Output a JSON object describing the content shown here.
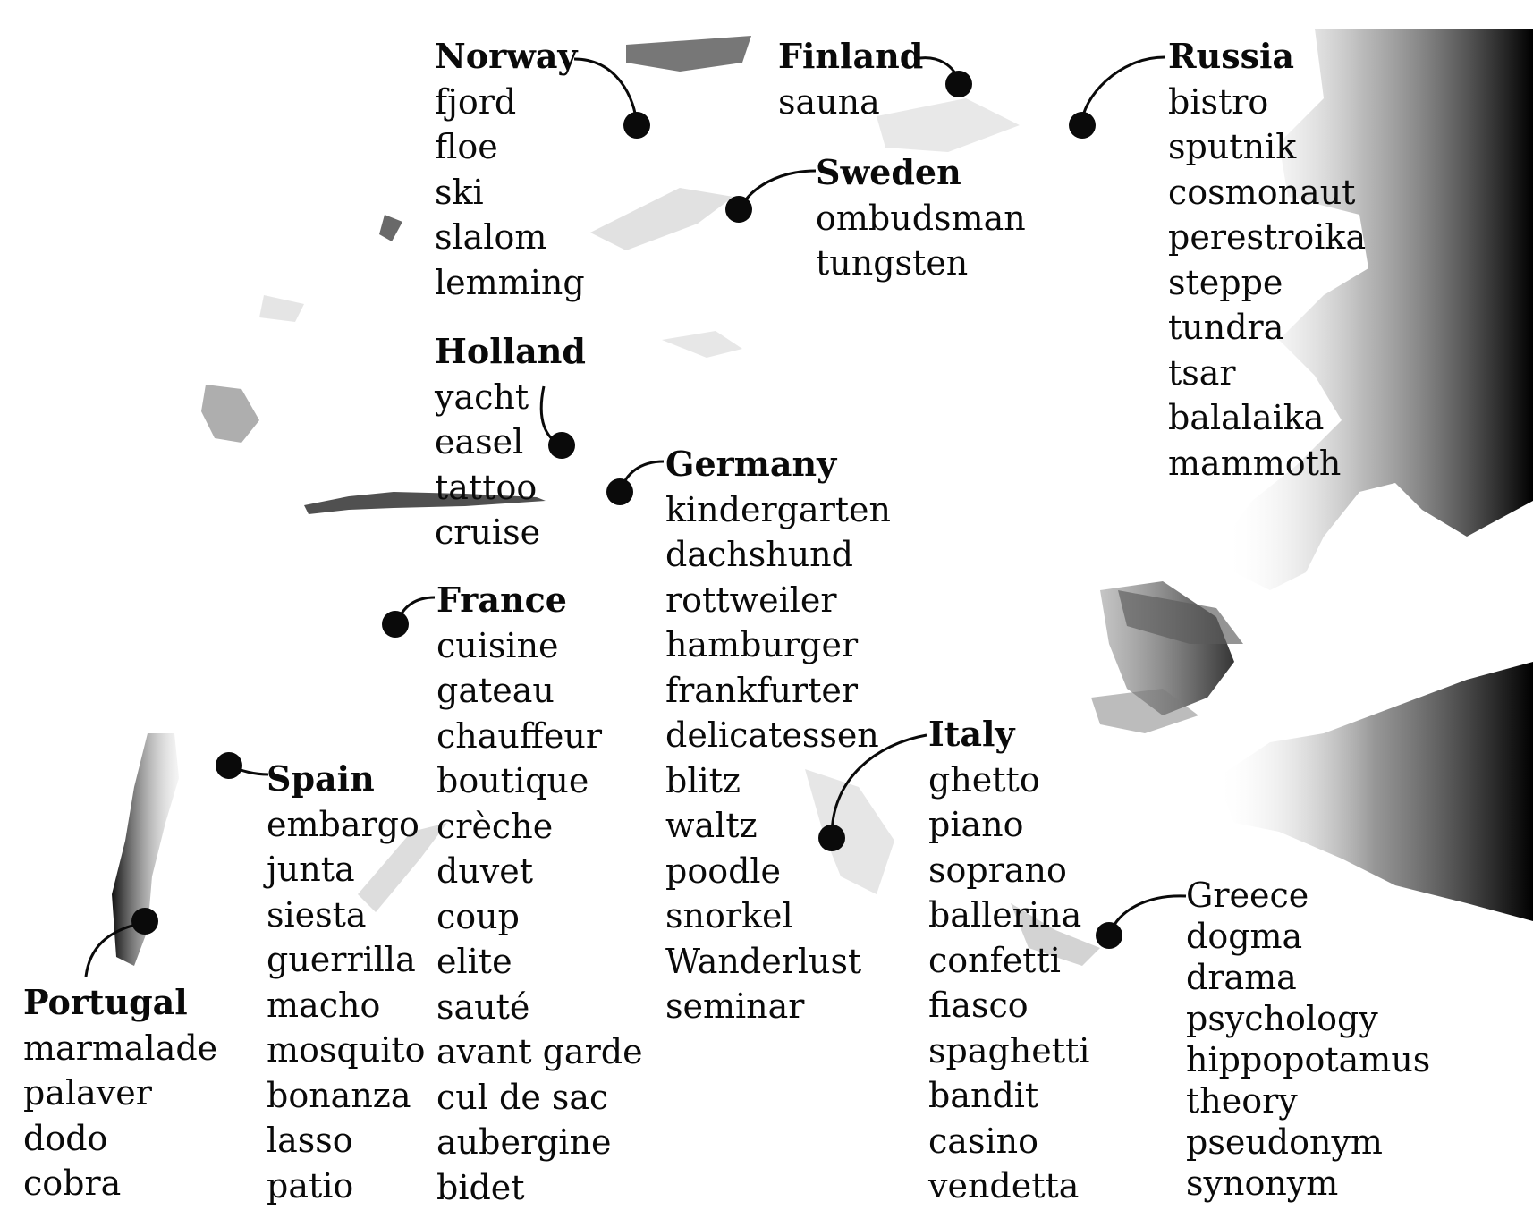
{
  "groups": [
    {
      "id": "norway",
      "country": "Norway",
      "words": [
        "fjord",
        "floe",
        "ski",
        "slalom",
        "lemming"
      ]
    },
    {
      "id": "finland",
      "country": "Finland",
      "words": [
        "sauna"
      ]
    },
    {
      "id": "russia",
      "country": "Russia",
      "words": [
        "bistro",
        "sputnik",
        "cosmonaut",
        "perestroika",
        "steppe",
        "tundra",
        "tsar",
        "balalaika",
        "mammoth"
      ]
    },
    {
      "id": "sweden",
      "country": "Sweden",
      "words": [
        "ombudsman",
        "tungsten"
      ]
    },
    {
      "id": "holland",
      "country": "Holland",
      "words": [
        "yacht",
        "easel",
        "tattoo",
        "cruise"
      ]
    },
    {
      "id": "germany",
      "country": "Germany",
      "words": [
        "kindergarten",
        "dachshund",
        "rottweiler",
        "hamburger",
        "frankfurter",
        "delicatessen",
        "blitz",
        "waltz",
        "poodle",
        "snorkel",
        "Wanderlust",
        "seminar"
      ]
    },
    {
      "id": "france",
      "country": "France",
      "words": [
        "cuisine",
        "gateau",
        "chauffeur",
        "boutique",
        "crèche",
        "duvet",
        "coup",
        "elite",
        "sauté",
        "avant garde",
        "cul de sac",
        "aubergine",
        "bidet"
      ]
    },
    {
      "id": "spain",
      "country": "Spain",
      "words": [
        "embargo",
        "junta",
        "siesta",
        "guerrilla",
        "macho",
        "mosquito",
        "bonanza",
        "lasso",
        "patio"
      ]
    },
    {
      "id": "italy",
      "country": "Italy",
      "words": [
        "ghetto",
        "piano",
        "soprano",
        "ballerina",
        "confetti",
        "fiasco",
        "spaghetti",
        "bandit",
        "casino",
        "vendetta"
      ]
    },
    {
      "id": "greece",
      "country": "Greece",
      "words": [
        "dogma",
        "drama",
        "psychology",
        "hippopotamus",
        "theory",
        "pseudonym",
        "synonym"
      ]
    },
    {
      "id": "portugal",
      "country": "Portugal",
      "words": [
        "marmalade",
        "palaver",
        "dodo",
        "cobra"
      ]
    }
  ],
  "colors": {
    "ink": "#0a0a0a",
    "map_land": "#9a9a9a",
    "map_dark": "#0e0e0e"
  }
}
